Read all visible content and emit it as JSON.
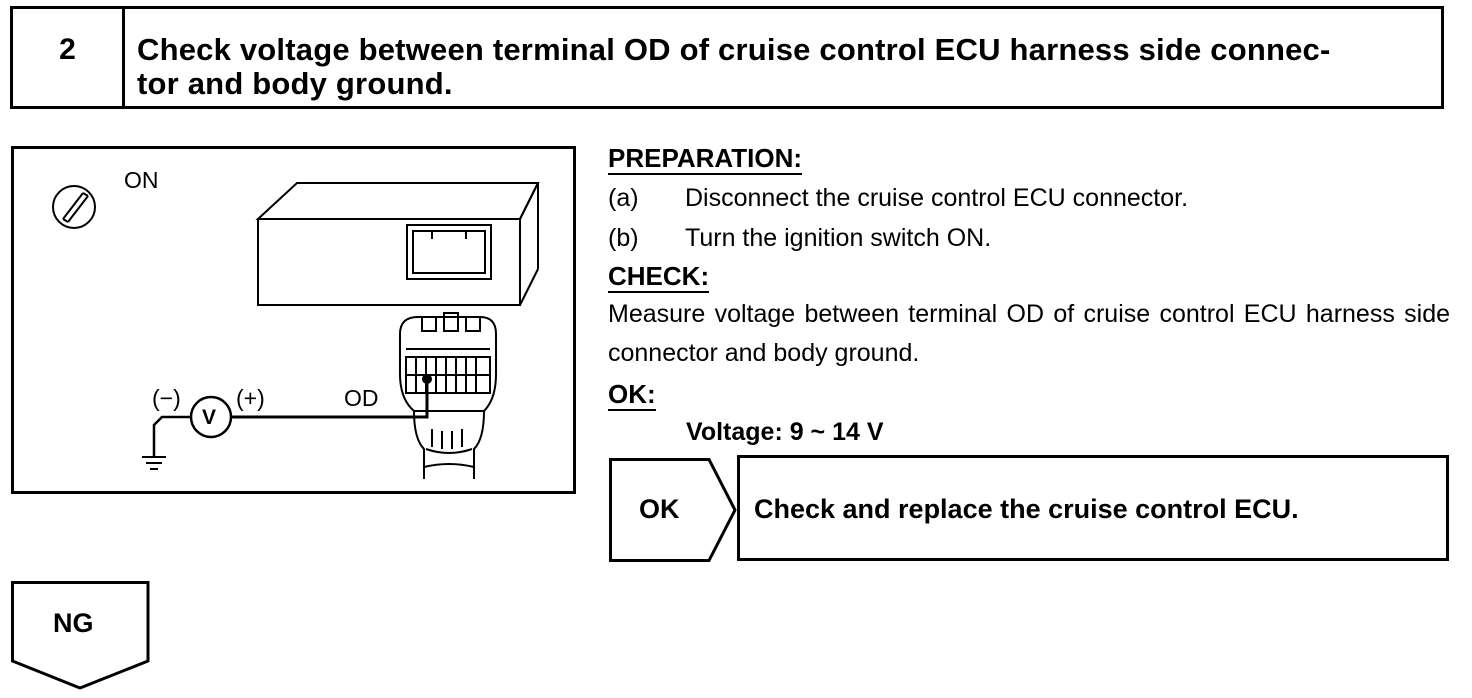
{
  "header": {
    "step_number": "2",
    "title_line1": "Check voltage between terminal OD of cruise control ECU harness side connec-",
    "title_line2": "tor and body ground."
  },
  "diagram": {
    "ignition_label": "ON",
    "minus_label": "(−)",
    "plus_label": "(+)",
    "meter_label": "V",
    "terminal_label": "OD"
  },
  "preparation": {
    "heading": "PREPARATION:",
    "steps": [
      {
        "marker": "(a)",
        "text": "Disconnect the cruise control ECU connector."
      },
      {
        "marker": "(b)",
        "text": "Turn the ignition switch ON."
      }
    ]
  },
  "check": {
    "heading": "CHECK:",
    "text": "Measure voltage between terminal OD of cruise control ECU harness side connector and body ground."
  },
  "ok": {
    "heading": "OK:",
    "spec": "Voltage: 9 ~ 14 V"
  },
  "ok_result": {
    "label": "OK",
    "text": "Check and replace the cruise control ECU."
  },
  "ng_result": {
    "label": "NG"
  }
}
